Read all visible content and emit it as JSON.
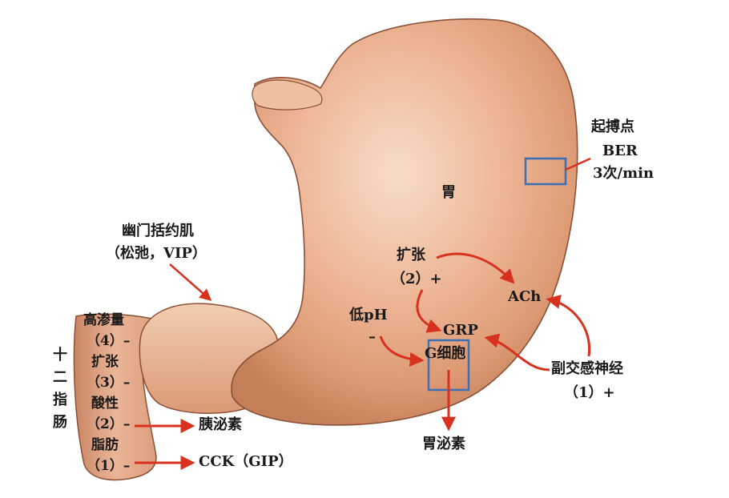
{
  "labels": {
    "stomach": "胃",
    "pacemaker_line1": "起搏点",
    "pacemaker_line2": "BER",
    "pacemaker_line3": "3次/min",
    "pylorus_line1": "幽门括约肌",
    "pylorus_line2": "（松弛，VIP）",
    "distension_line1": "扩张",
    "distension_line2": "（2）+",
    "ach": "ACh",
    "low_ph_line1": "低pH",
    "low_ph_line2": "–",
    "grp": "GRP",
    "g_cell": "G细胞",
    "vagus_line1": "副交感神经",
    "vagus_line2": "（1）+",
    "gastrin": "胃泌素",
    "duodenum": [
      "十",
      "二",
      "指",
      "肠"
    ],
    "duo_factors": [
      "高渗量",
      "（4）–",
      "扩张",
      "（3）–",
      "酸性",
      "（2）–",
      "脂肪",
      "（1）–"
    ],
    "secretin": "胰泌素",
    "cck": "CCK（GIP）"
  },
  "colors": {
    "arrow": "#d8321f",
    "box": "#3b6fb6",
    "tissue_light": "#f6d3bb",
    "tissue_mid": "#e6a985",
    "tissue_dark": "#b8704d",
    "outline": "#7a4430"
  }
}
